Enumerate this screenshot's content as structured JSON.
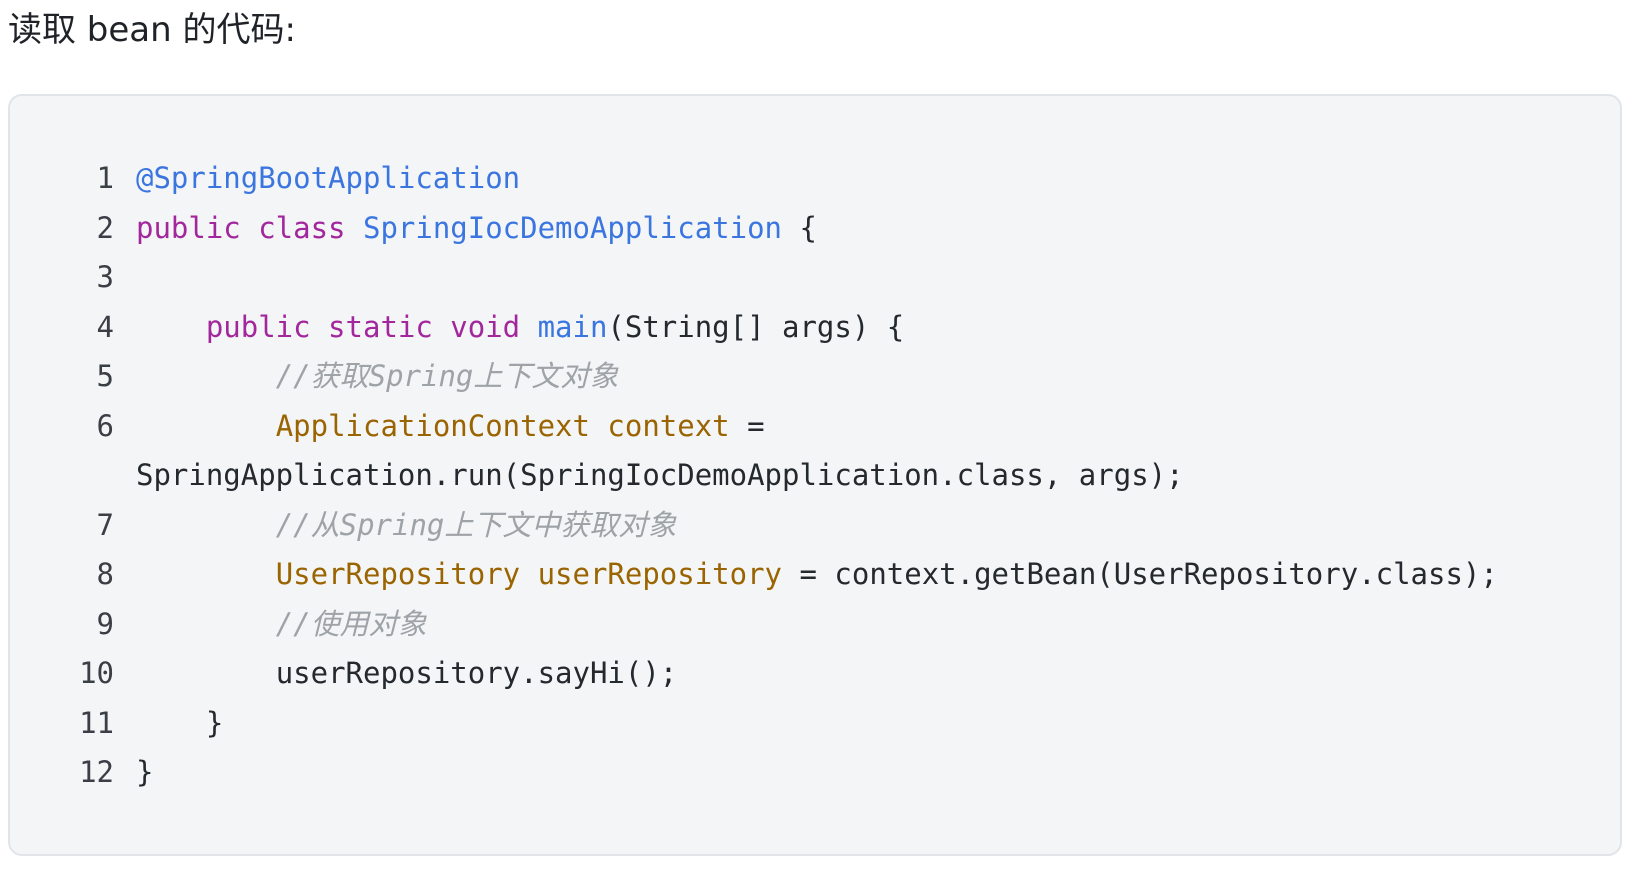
{
  "heading": "读取 bean 的代码:",
  "code": {
    "lines": [
      {
        "num": "1",
        "tokens": [
          {
            "t": "@SpringBootApplication",
            "c": "anno"
          }
        ]
      },
      {
        "num": "2",
        "tokens": [
          {
            "t": "public class ",
            "c": "kw"
          },
          {
            "t": "SpringIocDemoApplication",
            "c": "cls"
          },
          {
            "t": " {",
            "c": "txt"
          }
        ]
      },
      {
        "num": "3",
        "tokens": [
          {
            "t": "",
            "c": "txt"
          }
        ]
      },
      {
        "num": "4",
        "tokens": [
          {
            "t": "    ",
            "c": "txt"
          },
          {
            "t": "public static void ",
            "c": "kw"
          },
          {
            "t": "main",
            "c": "fn"
          },
          {
            "t": "(String[] args) {",
            "c": "txt"
          }
        ]
      },
      {
        "num": "5",
        "tokens": [
          {
            "t": "        ",
            "c": "txt"
          },
          {
            "t": "//获取Spring上下文对象",
            "c": "cmt"
          }
        ]
      },
      {
        "num": "6",
        "tokens": [
          {
            "t": "        ",
            "c": "txt"
          },
          {
            "t": "ApplicationContext context",
            "c": "typ"
          },
          {
            "t": " =",
            "c": "txt"
          }
        ]
      },
      {
        "num": "",
        "tokens": [
          {
            "t": "SpringApplication.run(SpringIocDemoApplication.class, args);",
            "c": "txt"
          }
        ]
      },
      {
        "num": "7",
        "tokens": [
          {
            "t": "        ",
            "c": "txt"
          },
          {
            "t": "//从Spring上下文中获取对象",
            "c": "cmt"
          }
        ]
      },
      {
        "num": "8",
        "tokens": [
          {
            "t": "        ",
            "c": "txt"
          },
          {
            "t": "UserRepository userRepository",
            "c": "typ"
          },
          {
            "t": " = context.getBean(UserRepository.class);",
            "c": "txt"
          }
        ]
      },
      {
        "num": "9",
        "tokens": [
          {
            "t": "        ",
            "c": "txt"
          },
          {
            "t": "//使用对象",
            "c": "cmt"
          }
        ]
      },
      {
        "num": "10",
        "tokens": [
          {
            "t": "        ",
            "c": "txt"
          },
          {
            "t": "userRepository.sayHi();",
            "c": "txt"
          }
        ]
      },
      {
        "num": "11",
        "tokens": [
          {
            "t": "    }",
            "c": "txt"
          }
        ]
      },
      {
        "num": "12",
        "tokens": [
          {
            "t": "}",
            "c": "txt"
          }
        ]
      }
    ]
  },
  "colors": {
    "annotation": "#3b76e0",
    "keyword": "#a2279c",
    "class_name": "#3b76e0",
    "type_name": "#9a6400",
    "comment": "#9ea3a8",
    "text": "#24292e",
    "code_background": "#f4f5f7"
  }
}
